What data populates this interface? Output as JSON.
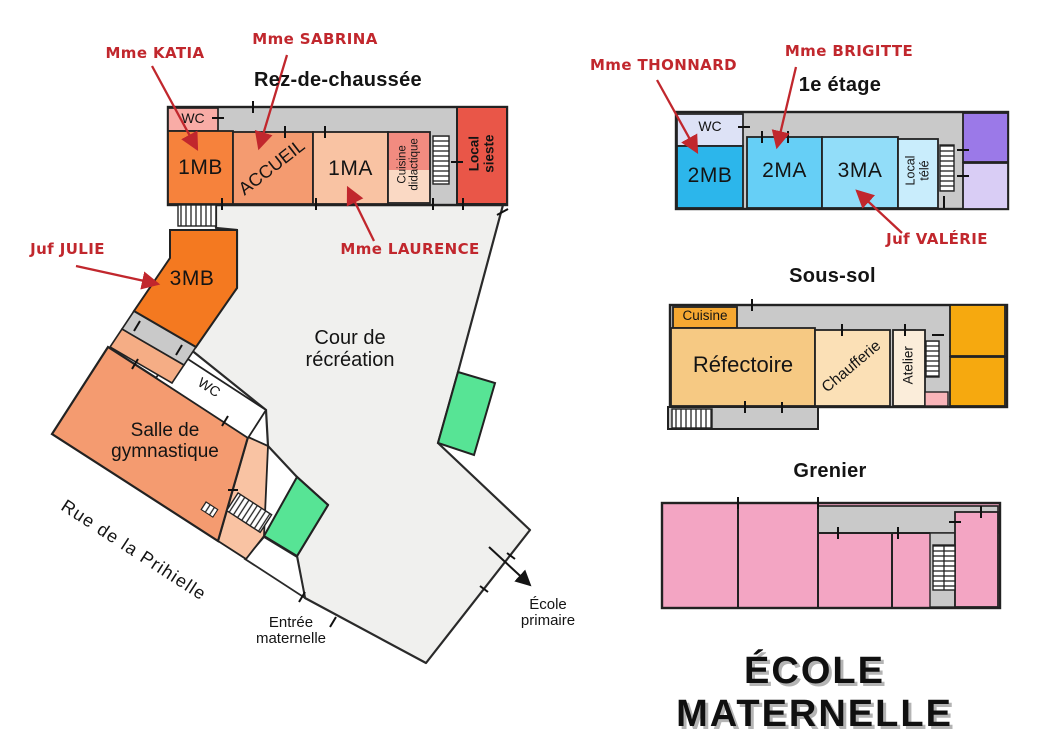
{
  "main_title": "ÉCOLE MATERNELLE",
  "floors": {
    "rdc": {
      "title": "Rez-de-chaussée",
      "rooms": {
        "wc": "WC",
        "mb1": "1MB",
        "accueil": "ACCUEIL",
        "ma1": "1MA",
        "cuisine_didactique": "Cuisine didactique",
        "local_sieste": "Local sieste",
        "mb3": "3MB",
        "cour": "Cour de récréation",
        "gym": "Salle de gymnastique",
        "wc_gym": "WC"
      }
    },
    "etage1": {
      "title": "1e étage",
      "rooms": {
        "wc": "WC",
        "mb2": "2MB",
        "ma2": "2MA",
        "ma3": "3MA",
        "local_tele": "Local télé"
      }
    },
    "soussol": {
      "title": "Sous-sol",
      "rooms": {
        "cuisine": "Cuisine",
        "refectoire": "Réfectoire",
        "chaufferie": "Chaufferie",
        "atelier": "Atelier"
      }
    },
    "grenier": {
      "title": "Grenier"
    }
  },
  "annotations": {
    "katia": "Mme KATIA",
    "sabrina": "Mme SABRINA",
    "laurence": "Mme LAURENCE",
    "julie": "Juf JULIE",
    "thonnard": "Mme THONNARD",
    "brigitte": "Mme BRIGITTE",
    "valerie": "Juf VALÉRIE"
  },
  "site": {
    "street": "Rue de la Prihielle",
    "entrance": "Entrée maternelle",
    "primary_school": "École primaire"
  },
  "colors": {
    "wall": "#222222",
    "courtyard": "#F0F0EE",
    "corridor": "#C9C9C9",
    "annotation_red": "#C1272D",
    "rdc": {
      "wc": "#F9ACA6",
      "mb1": "#F6823C",
      "accueil": "#F49B70",
      "ma1": "#F9C3A3",
      "cuisine_didactique_top": "#F28B80",
      "cuisine_didactique_bottom": "#FAD9C4",
      "local_sieste": "#E95648",
      "mb3": "#F47920",
      "gym": "#F49B70",
      "liaison": "#F5AD85",
      "green": "#57E495"
    },
    "etage1": {
      "wc": "#DDE2F6",
      "mb2": "#2CB6EB",
      "ma2": "#66CFF6",
      "ma3": "#92DDF9",
      "local_tele": "#C9EDFC",
      "purple_top": "#9B79E8",
      "purple_bottom": "#D9CDF5"
    },
    "soussol": {
      "cuisine": "#F6A832",
      "refectoire": "#F6C983",
      "chaufferie": "#FBE0B6",
      "atelier": "#FBEDDA",
      "storage": "#F6A90F",
      "pink": "#F9B5B9"
    },
    "grenier": {
      "room": "#F3A5C3"
    }
  }
}
